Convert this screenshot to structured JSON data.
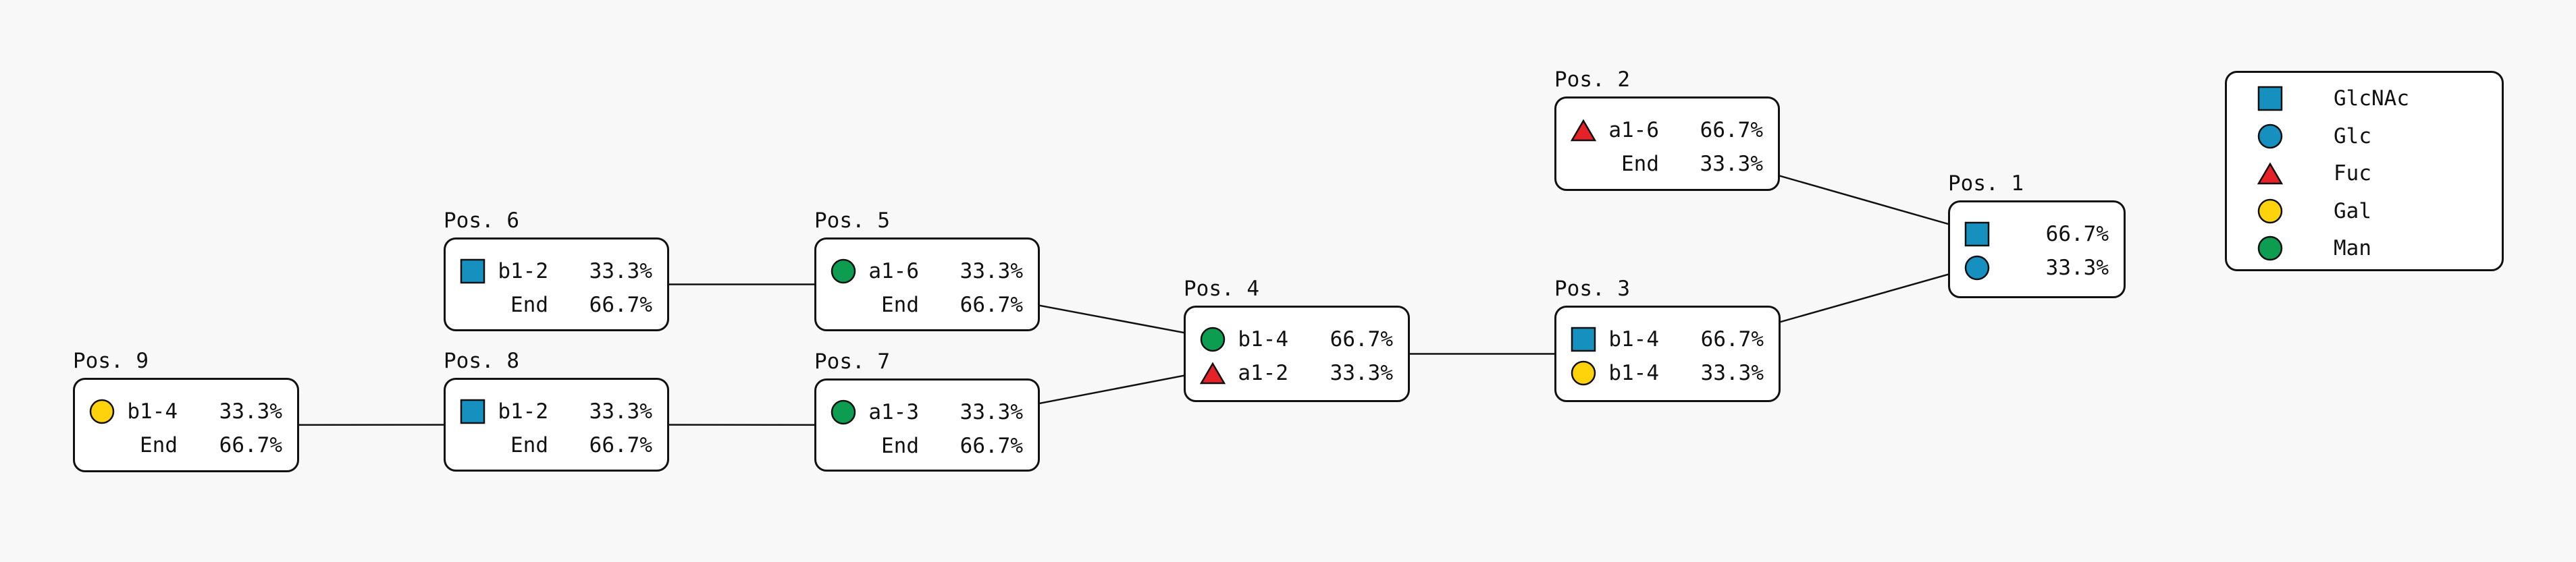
{
  "figure": {
    "background_color": "#f8f8f8",
    "box_fill": "#ffffff",
    "line_color": "#111111"
  },
  "sugars": {
    "GlcNAc": {
      "shape": "square",
      "color": "#1590BF"
    },
    "Glc": {
      "shape": "circle",
      "color": "#1590BF"
    },
    "Fuc": {
      "shape": "triangle",
      "color": "#E62229"
    },
    "Gal": {
      "shape": "circle",
      "color": "#FFD30C"
    },
    "Man": {
      "shape": "circle",
      "color": "#0D9D50"
    }
  },
  "nodes": [
    {
      "id": "pos1",
      "label": "Pos. 1",
      "rows": [
        {
          "sugar": "GlcNAc",
          "linkage": "",
          "pct": "66.7%"
        },
        {
          "sugar": "Glc",
          "linkage": "",
          "pct": "33.3%"
        }
      ]
    },
    {
      "id": "pos2",
      "label": "Pos. 2",
      "rows": [
        {
          "sugar": "Fuc",
          "linkage": "a1-6",
          "pct": "66.7%"
        },
        {
          "sugar": null,
          "linkage": "End",
          "pct": "33.3%"
        }
      ]
    },
    {
      "id": "pos3",
      "label": "Pos. 3",
      "rows": [
        {
          "sugar": "GlcNAc",
          "linkage": "b1-4",
          "pct": "66.7%"
        },
        {
          "sugar": "Gal",
          "linkage": "b1-4",
          "pct": "33.3%"
        }
      ]
    },
    {
      "id": "pos4",
      "label": "Pos. 4",
      "rows": [
        {
          "sugar": "Man",
          "linkage": "b1-4",
          "pct": "66.7%"
        },
        {
          "sugar": "Fuc",
          "linkage": "a1-2",
          "pct": "33.3%"
        }
      ]
    },
    {
      "id": "pos5",
      "label": "Pos. 5",
      "rows": [
        {
          "sugar": "Man",
          "linkage": "a1-6",
          "pct": "33.3%"
        },
        {
          "sugar": null,
          "linkage": "End",
          "pct": "66.7%"
        }
      ]
    },
    {
      "id": "pos6",
      "label": "Pos. 6",
      "rows": [
        {
          "sugar": "GlcNAc",
          "linkage": "b1-2",
          "pct": "33.3%"
        },
        {
          "sugar": null,
          "linkage": "End",
          "pct": "66.7%"
        }
      ]
    },
    {
      "id": "pos7",
      "label": "Pos. 7",
      "rows": [
        {
          "sugar": "Man",
          "linkage": "a1-3",
          "pct": "33.3%"
        },
        {
          "sugar": null,
          "linkage": "End",
          "pct": "66.7%"
        }
      ]
    },
    {
      "id": "pos8",
      "label": "Pos. 8",
      "rows": [
        {
          "sugar": "GlcNAc",
          "linkage": "b1-2",
          "pct": "33.3%"
        },
        {
          "sugar": null,
          "linkage": "End",
          "pct": "66.7%"
        }
      ]
    },
    {
      "id": "pos9",
      "label": "Pos. 9",
      "rows": [
        {
          "sugar": "Gal",
          "linkage": "b1-4",
          "pct": "33.3%"
        },
        {
          "sugar": null,
          "linkage": "End",
          "pct": "66.7%"
        }
      ]
    }
  ],
  "edges": [
    {
      "from": "pos9",
      "to": "pos8"
    },
    {
      "from": "pos8",
      "to": "pos7"
    },
    {
      "from": "pos6",
      "to": "pos5"
    },
    {
      "from": "pos5",
      "to": "pos4"
    },
    {
      "from": "pos7",
      "to": "pos4"
    },
    {
      "from": "pos4",
      "to": "pos3"
    },
    {
      "from": "pos3",
      "to": "pos1"
    },
    {
      "from": "pos2",
      "to": "pos1"
    }
  ],
  "legend": {
    "items": [
      {
        "sugar": "GlcNAc",
        "label": "GlcNAc"
      },
      {
        "sugar": "Glc",
        "label": "Glc"
      },
      {
        "sugar": "Fuc",
        "label": "Fuc"
      },
      {
        "sugar": "Gal",
        "label": "Gal"
      },
      {
        "sugar": "Man",
        "label": "Man"
      }
    ]
  }
}
